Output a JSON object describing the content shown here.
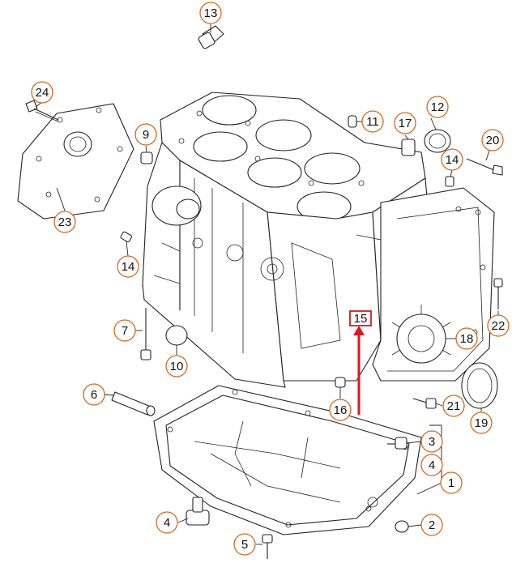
{
  "diagram": {
    "highlight_color": "#e0141b",
    "callout_color": "#d2691e",
    "highlighted_part": "15",
    "callouts": [
      "13",
      "24",
      "11",
      "12",
      "9",
      "17",
      "20",
      "14",
      "23",
      "14",
      "7",
      "22",
      "18",
      "10",
      "15",
      "6",
      "16",
      "21",
      "19",
      "3",
      "4",
      "1",
      "4",
      "2",
      "5"
    ]
  }
}
